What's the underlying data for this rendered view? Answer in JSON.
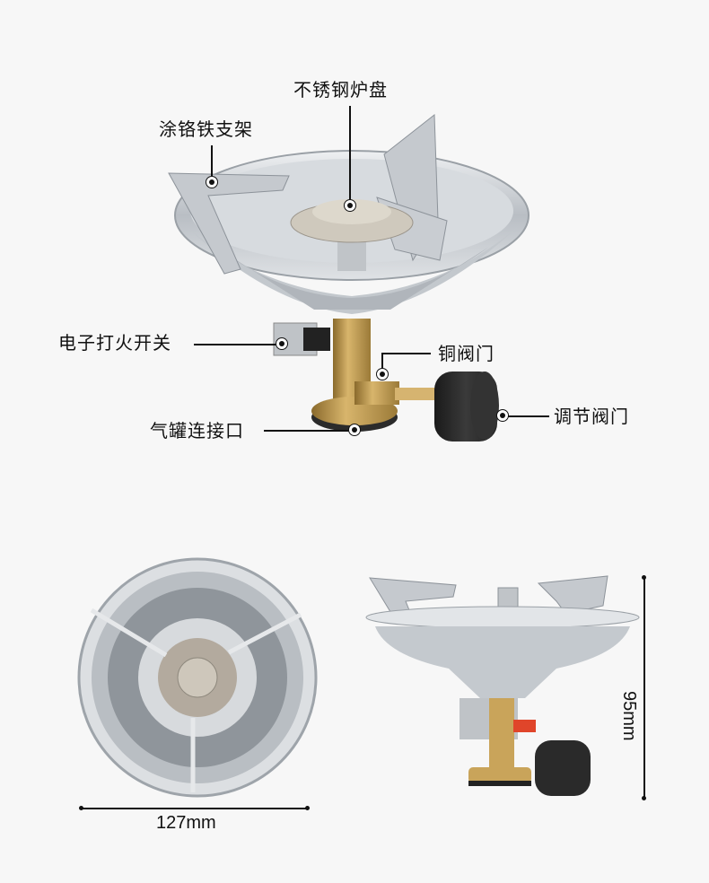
{
  "callouts": {
    "stainless_burner_plate": "不锈钢炉盘",
    "chrome_iron_support": "涂铬铁支架",
    "electronic_igniter": "电子打火开关",
    "copper_valve": "铜阀门",
    "adjustment_valve": "调节阀门",
    "gas_canister_connector": "气罐连接口"
  },
  "dimensions": {
    "diameter": "127mm",
    "height": "95mm"
  },
  "colors": {
    "background": "#f7f7f7",
    "brass": "#c9a45a",
    "steel": "#c8ccd0",
    "knob": "#2a2a2a",
    "igniter_red": "#e0452a"
  }
}
